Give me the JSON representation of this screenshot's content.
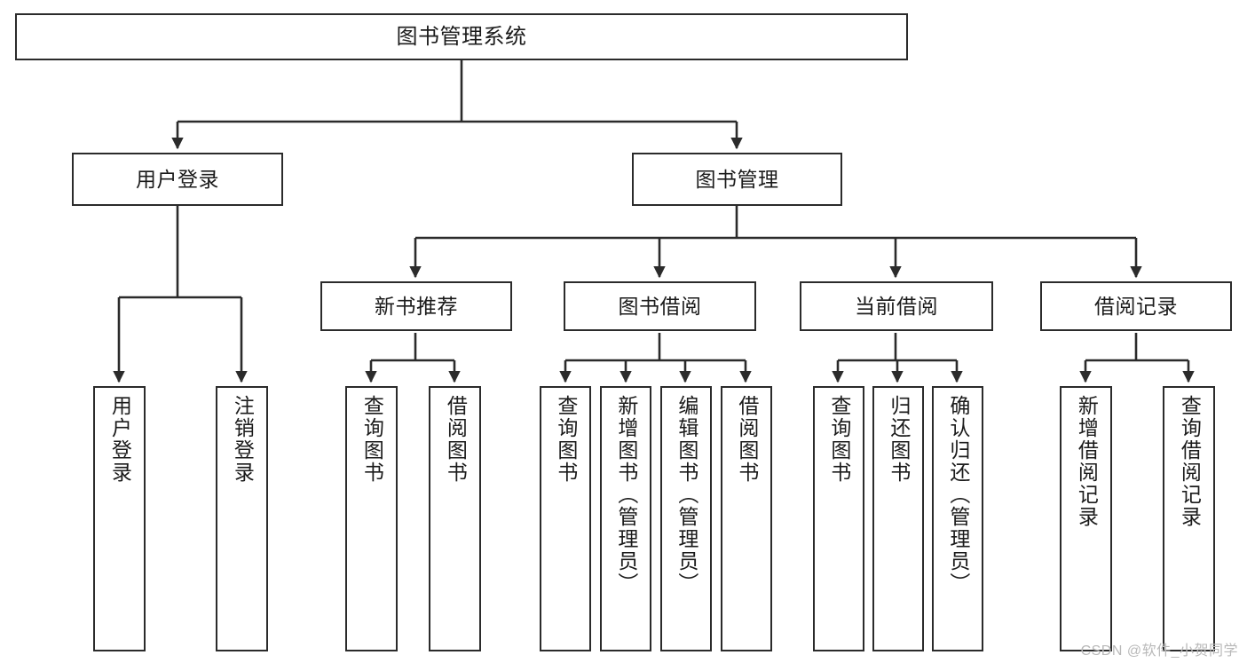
{
  "diagram": {
    "title": "图书管理系统",
    "type": "tree-hierarchy-diagram",
    "root": {
      "id": "root",
      "label": "图书管理系统"
    },
    "level2": [
      {
        "id": "user-login",
        "label": "用户登录"
      },
      {
        "id": "book-manage",
        "label": "图书管理"
      }
    ],
    "level3": [
      {
        "id": "new-book-rec",
        "label": "新书推荐"
      },
      {
        "id": "book-borrow",
        "label": "图书借阅"
      },
      {
        "id": "current-borrow",
        "label": "当前借阅"
      },
      {
        "id": "borrow-record",
        "label": "借阅记录"
      }
    ],
    "leaves": {
      "user_login": [
        {
          "id": "leaf-user-login",
          "label": "用户登录"
        },
        {
          "id": "leaf-logout-login",
          "label": "注销登录"
        }
      ],
      "new_book_rec": [
        {
          "id": "leaf-query-book-1",
          "label": "查询图书"
        },
        {
          "id": "leaf-borrow-book-1",
          "label": "借阅图书"
        }
      ],
      "book_borrow": [
        {
          "id": "leaf-query-book-2",
          "label": "查询图书"
        },
        {
          "id": "leaf-add-book",
          "label": "新增图书（管理员）"
        },
        {
          "id": "leaf-edit-book",
          "label": "编辑图书（管理员）"
        },
        {
          "id": "leaf-borrow-book-2",
          "label": "借阅图书"
        }
      ],
      "current_borrow": [
        {
          "id": "leaf-query-book-3",
          "label": "查询图书"
        },
        {
          "id": "leaf-return-book",
          "label": "归还图书"
        },
        {
          "id": "leaf-confirm-return",
          "label": "确认归还（管理员）"
        }
      ],
      "borrow_record": [
        {
          "id": "leaf-add-record",
          "label": "新增借阅记录"
        },
        {
          "id": "leaf-query-record",
          "label": "查询借阅记录"
        }
      ]
    }
  },
  "watermark": {
    "text": "CSDN @软件_小贺同学"
  },
  "colors": {
    "box_border": "#2b2b2b",
    "box_fill": "#ffffff",
    "line": "#2b2b2b",
    "text": "#1b1b1b",
    "watermark": "#b9b9b9",
    "background": "#ffffff"
  }
}
